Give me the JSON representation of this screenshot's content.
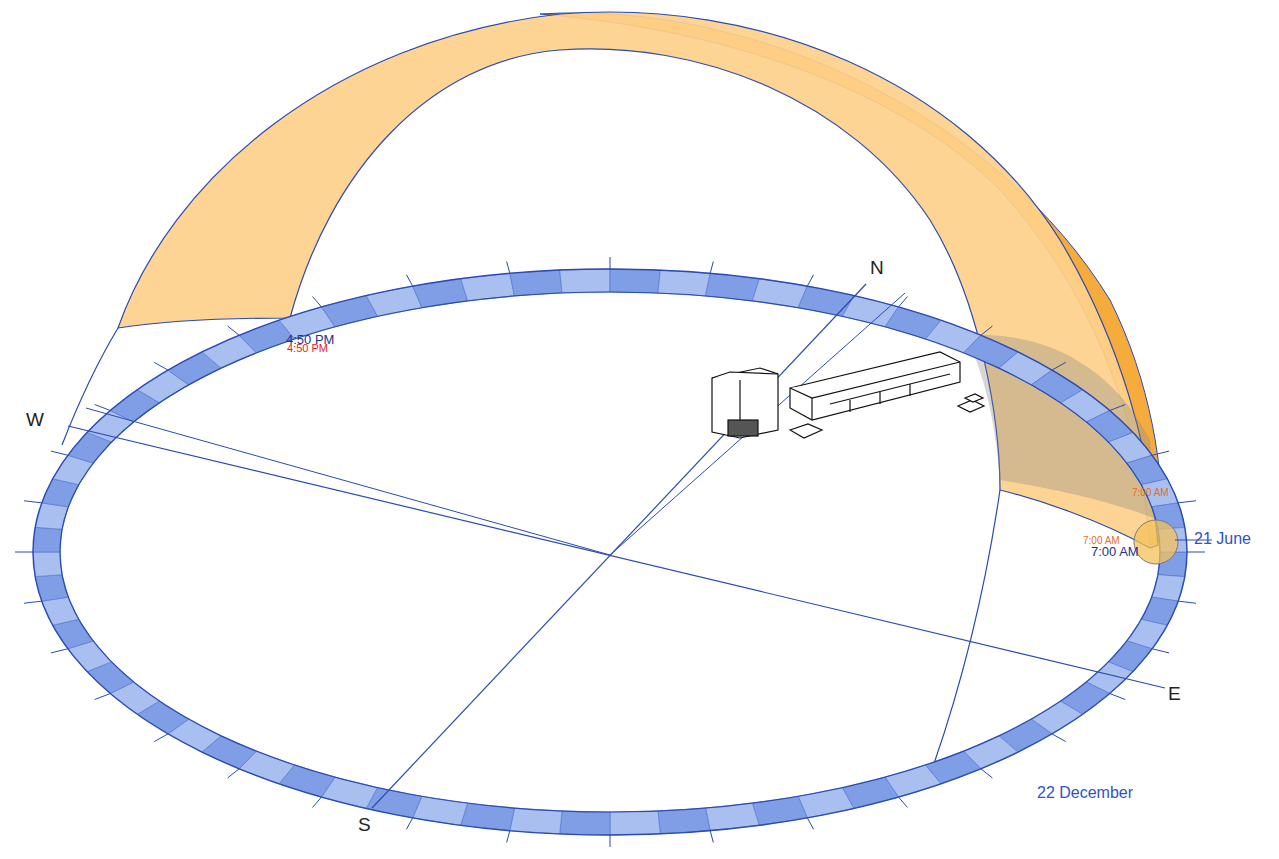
{
  "diagram": {
    "labels": [
      "N",
      "W",
      "E",
      "S",
      "4:50 PM",
      "4:50 PM",
      "7:00 AM",
      "7:00 AM",
      "7:00 AM",
      "21 June",
      "22 December"
    ]
  }
}
